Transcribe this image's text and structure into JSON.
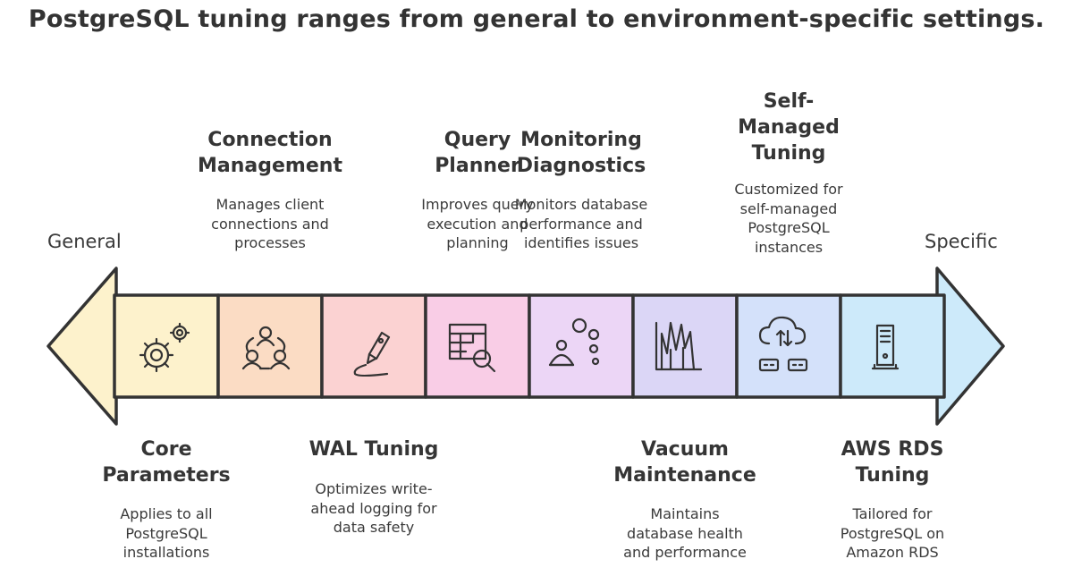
{
  "title": "PostgreSQL tuning ranges from general to environment-specific settings.",
  "ends": {
    "left": "General",
    "right": "Specific"
  },
  "stages": [
    {
      "id": "core",
      "title_lines": [
        "Core",
        "Parameters"
      ],
      "desc_lines": [
        "Applies to all",
        "PostgreSQL",
        "installations"
      ],
      "icon": "gears-icon",
      "color": "#fdf2cc",
      "position": "bottom"
    },
    {
      "id": "connection",
      "title_lines": [
        "Connection",
        "Management"
      ],
      "desc_lines": [
        "Manages client",
        "connections and",
        "processes"
      ],
      "icon": "users-network-icon",
      "color": "#fbdcc4",
      "position": "top"
    },
    {
      "id": "wal",
      "title_lines": [
        "WAL Tuning"
      ],
      "desc_lines": [
        "Optimizes write-",
        "ahead logging for",
        "data safety"
      ],
      "icon": "pen-icon",
      "color": "#fbd2d2",
      "position": "bottom"
    },
    {
      "id": "query",
      "title_lines": [
        "Query",
        "Planner"
      ],
      "desc_lines": [
        "Improves query",
        "execution and",
        "planning"
      ],
      "icon": "table-search-icon",
      "color": "#f9cde6",
      "position": "top"
    },
    {
      "id": "monitoring",
      "title_lines": [
        "Monitoring",
        "Diagnostics"
      ],
      "desc_lines": [
        "Monitors database",
        "performance and",
        "identifies issues"
      ],
      "icon": "user-bubbles-icon",
      "color": "#ecd6f6",
      "position": "top"
    },
    {
      "id": "vacuum",
      "title_lines": [
        "Vacuum",
        "Maintenance"
      ],
      "desc_lines": [
        "Maintains",
        "database health",
        "and performance"
      ],
      "icon": "bar-chart-icon",
      "color": "#dbd6f6",
      "position": "bottom"
    },
    {
      "id": "selfmanaged",
      "title_lines": [
        "Self-",
        "Managed",
        "Tuning"
      ],
      "desc_lines": [
        "Customized for",
        "self-managed",
        "PostgreSQL",
        "instances"
      ],
      "icon": "cloud-servers-icon",
      "color": "#d4e1fa",
      "position": "top"
    },
    {
      "id": "awsrds",
      "title_lines": [
        "AWS RDS",
        "Tuning"
      ],
      "desc_lines": [
        "Tailored for",
        "PostgreSQL on",
        "Amazon RDS"
      ],
      "icon": "server-tower-icon",
      "color": "#cdeafa",
      "position": "bottom"
    }
  ],
  "colors": {
    "outline": "#333333",
    "left_head": "#fdf2cc",
    "right_head": "#cdeafa"
  }
}
